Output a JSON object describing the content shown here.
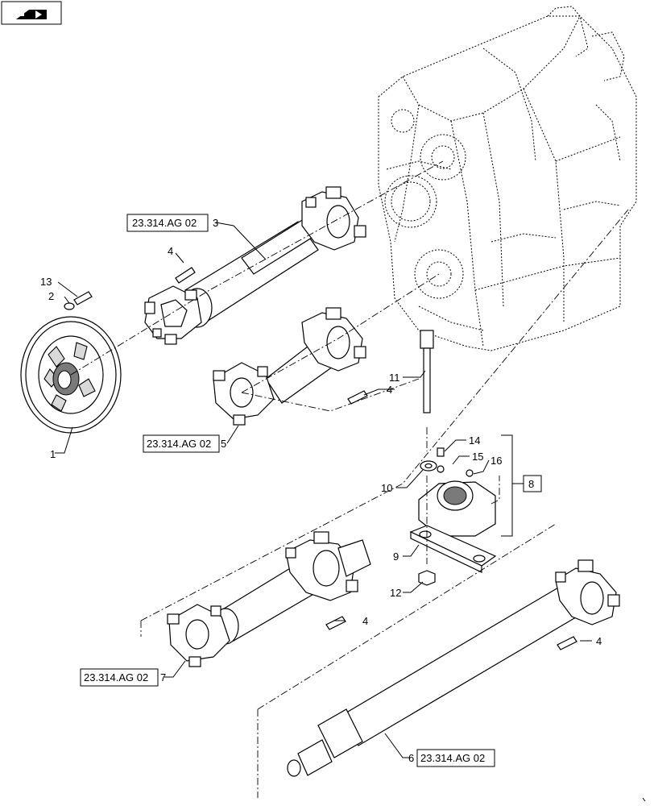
{
  "nav_icon": "page-arrow-icon",
  "callouts": {
    "c1": "1",
    "c2": "2",
    "c3": "3",
    "c4a": "4",
    "c4b": "4",
    "c4c": "4",
    "c4d": "4",
    "c5": "5",
    "c6": "6",
    "c7": "7",
    "c8": "8",
    "c9": "9",
    "c10": "10",
    "c11": "11",
    "c12": "12",
    "c13": "13",
    "c14": "14",
    "c15": "15",
    "c16": "16"
  },
  "references": {
    "r3": "23.314.AG 02",
    "r5": "23.314.AG 02",
    "r7": "23.314.AG 02",
    "r6": "23.314.AG 02"
  }
}
